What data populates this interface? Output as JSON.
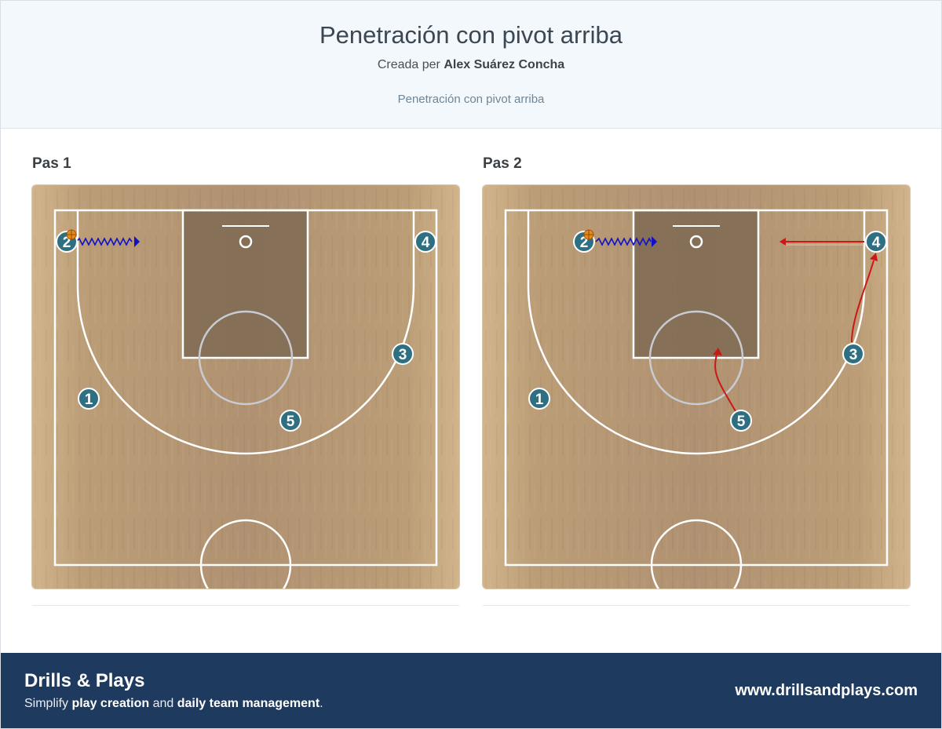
{
  "header": {
    "title": "Penetración con pivot arriba",
    "author_prefix": "Creada per",
    "author_name": "Alex Suárez Concha",
    "description": "Penetración con pivot arriba"
  },
  "steps": [
    {
      "title": "Pas 1",
      "players": [
        {
          "label": "2",
          "ball": true
        },
        {
          "label": "4",
          "ball": false
        },
        {
          "label": "3",
          "ball": false
        },
        {
          "label": "1",
          "ball": false
        },
        {
          "label": "5",
          "ball": false
        }
      ],
      "actions": [
        {
          "type": "dribble",
          "player": "2",
          "color": "#1010c8"
        }
      ]
    },
    {
      "title": "Pas 2",
      "players": [
        {
          "label": "2",
          "ball": true
        },
        {
          "label": "4",
          "ball": false
        },
        {
          "label": "3",
          "ball": false
        },
        {
          "label": "1",
          "ball": false
        },
        {
          "label": "5",
          "ball": false
        }
      ],
      "actions": [
        {
          "type": "dribble",
          "player": "2",
          "color": "#1010c8"
        },
        {
          "type": "movement",
          "player": "4",
          "color": "#c81818"
        },
        {
          "type": "movement",
          "player": "3",
          "color": "#c81818"
        },
        {
          "type": "movement",
          "player": "5",
          "color": "#c81818"
        }
      ]
    }
  ],
  "colors": {
    "player_fill": "#2f6f82",
    "player_stroke": "#ffffff",
    "dribble": "#1010c8",
    "movement": "#c81818",
    "court_lines": "#ffffff",
    "paint": "#7e6a52",
    "footer_bg": "#1f3a5f"
  },
  "footer": {
    "brand": "Drills & Plays",
    "tagline_1": "Simplify ",
    "tagline_2": "play creation",
    "tagline_3": " and ",
    "tagline_4": "daily team management",
    "tagline_5": ".",
    "website": "www.drillsandplays.com"
  }
}
